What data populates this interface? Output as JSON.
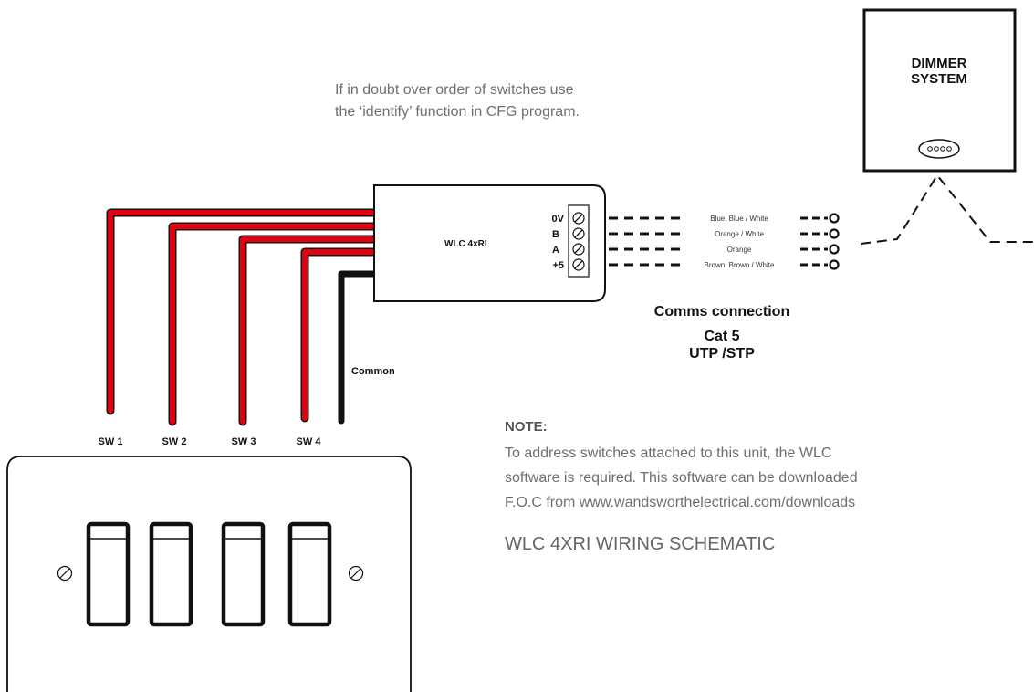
{
  "note_top": {
    "line1": "If in doubt over order of switches use",
    "line2": "the ‘identify’ function in CFG program."
  },
  "dimmer": {
    "line1": "DIMMER",
    "line2": "SYSTEM"
  },
  "controller": {
    "label": "WLC 4xRI"
  },
  "terminals": [
    "0V",
    "B",
    "A",
    "+5"
  ],
  "wire_colors": [
    "Blue, Blue / White",
    "Orange / White",
    "Orange",
    "Brown, Brown / White"
  ],
  "comms": {
    "line1": "Comms connection",
    "line2": "Cat 5",
    "line3": "UTP /STP"
  },
  "common_label": "Common",
  "switch_labels": [
    "SW 1",
    "SW 2",
    "SW 3",
    "SW 4"
  ],
  "note": {
    "heading": "NOTE:",
    "line1": "To address switches attached to this unit, the WLC",
    "line2": "software is required. This software can be downloaded",
    "line3": "F.O.C from www.wandsworthelectrical.com/downloads"
  },
  "schematic_title": "WLC 4XRI WIRING SCHEMATIC",
  "colors": {
    "switch_wire": "#e3000f",
    "common_wire": "#111111",
    "outline": "#111111",
    "body_text": "#6f6f6f"
  }
}
